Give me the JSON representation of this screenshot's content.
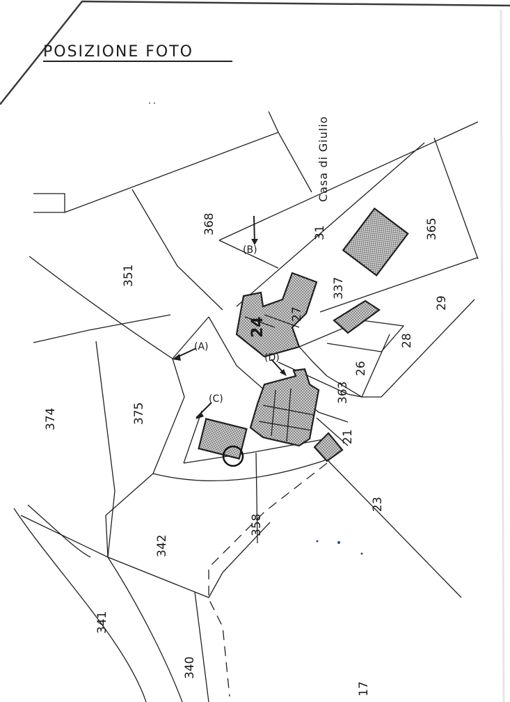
{
  "title": "POSIZIONE FOTO",
  "place_name": "Casa di Giulio",
  "parcels": [
    "368",
    "351",
    "374",
    "375",
    "342",
    "341",
    "340",
    "17",
    "365",
    "31",
    "337",
    "29",
    "28",
    "26",
    "363",
    "21",
    "23",
    "358",
    "24",
    "27"
  ],
  "photo_points": [
    "(A)",
    "(B)",
    "(C)",
    "(D)"
  ],
  "building_fill_color": "#9a9a9a",
  "line_color": "#1f1f1f"
}
